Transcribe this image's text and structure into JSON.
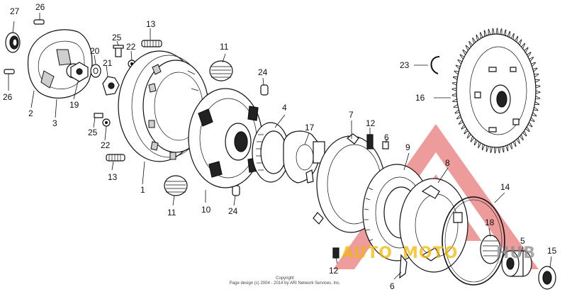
{
  "diagram": {
    "callouts": [
      "1",
      "2",
      "3",
      "4",
      "5",
      "6",
      "7",
      "8",
      "9",
      "10",
      "11",
      "12",
      "13",
      "14",
      "15",
      "16",
      "17",
      "18",
      "19",
      "20",
      "21",
      "22",
      "23",
      "24",
      "25",
      "26",
      "27"
    ],
    "copyright_line1": "Copyright",
    "copyright_line2": "Page design (c) 2004 - 2014 by ARI Network Services, Inc.",
    "watermark_text_a": "AUTO",
    "watermark_text_b": "MOTO",
    "watermark_text_c": "HUB",
    "colors": {
      "line": "#111111",
      "watermark_red": "#e04a4a",
      "watermark_yellow": "#f2b705",
      "watermark_gray": "#8a8a8a"
    }
  }
}
